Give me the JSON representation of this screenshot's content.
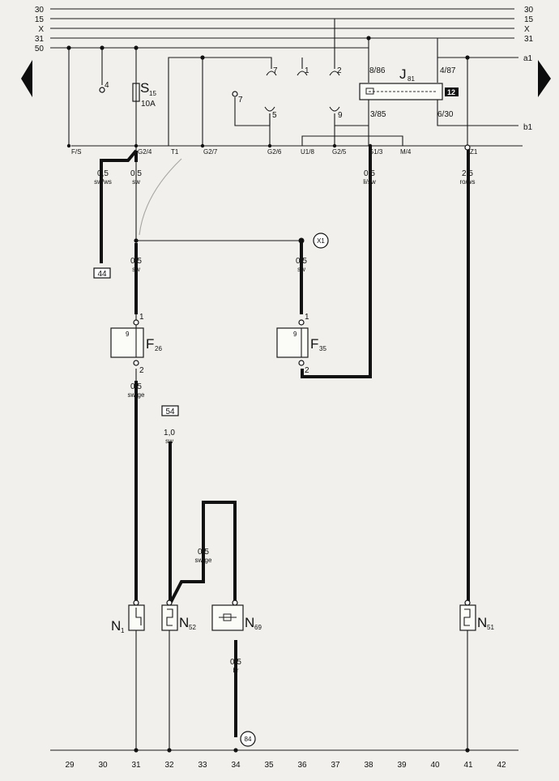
{
  "rails": {
    "left": [
      "30",
      "15",
      "X",
      "31",
      "50"
    ],
    "right": [
      "30",
      "15",
      "X",
      "31"
    ],
    "right_extra": [
      "a1",
      "b1"
    ]
  },
  "columns": [
    "29",
    "30",
    "31",
    "32",
    "33",
    "34",
    "35",
    "36",
    "37",
    "38",
    "39",
    "40",
    "41",
    "42"
  ],
  "terminals": [
    "F/S",
    "G2/4",
    "T1",
    "G2/7",
    "G2/6",
    "U1/8",
    "G2/5",
    "G1/3",
    "M/4",
    "Z1"
  ],
  "top_pins": [
    "4",
    "7",
    "1",
    "2",
    "7",
    "5",
    "9"
  ],
  "fuse": {
    "id": "S",
    "sub": "15",
    "rating": "10A"
  },
  "relay": {
    "id": "J",
    "sub": "81",
    "badge": "12",
    "pins": [
      "8/86",
      "4/87",
      "3/85",
      "6/30"
    ]
  },
  "wires": {
    "a": {
      "gauge": "0,5",
      "color": "sw/ws"
    },
    "b": {
      "gauge": "0,5",
      "color": "sw"
    },
    "c": {
      "gauge": "0,5",
      "color": "sw"
    },
    "d": {
      "gauge": "0,5",
      "color": "sw"
    },
    "e": {
      "gauge": "0,5",
      "color": "li/sw"
    },
    "f": {
      "gauge": "2,5",
      "color": "ro/ws"
    },
    "g": {
      "gauge": "0,5",
      "color": "sw/ge"
    },
    "h": {
      "gauge": "1,0",
      "color": "sw"
    },
    "i": {
      "gauge": "0,5",
      "color": "sw/ge"
    },
    "j": {
      "gauge": "0,5",
      "color": "br"
    }
  },
  "refs": {
    "conn44": "44",
    "conn54": "54",
    "x1": "X1",
    "ground": "84"
  },
  "switches": {
    "f26": {
      "id": "F",
      "sub": "26",
      "pin_top": "1",
      "pin_bot": "2",
      "inner": "9"
    },
    "f35": {
      "id": "F",
      "sub": "35",
      "pin_top": "1",
      "pin_bot": "2",
      "inner": "9"
    }
  },
  "valves": {
    "n1": {
      "id": "N",
      "sub": "1"
    },
    "n52": {
      "id": "N",
      "sub": "52"
    },
    "n69": {
      "id": "N",
      "sub": "69"
    },
    "n51": {
      "id": "N",
      "sub": "51"
    }
  }
}
